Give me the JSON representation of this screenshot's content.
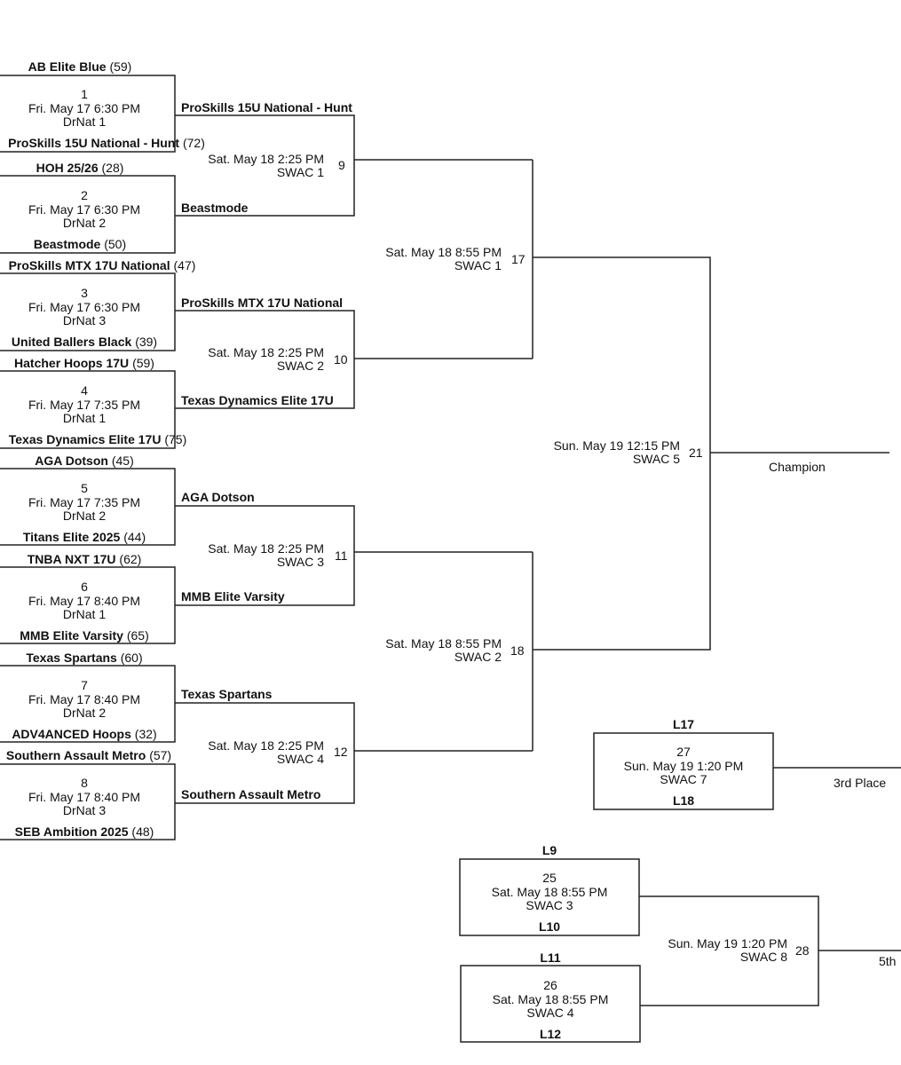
{
  "first_round": [
    {
      "num": "1",
      "date": "Fri. May 17 6:30 PM",
      "venue": "DrNat 1",
      "team_top": "AB Elite Blue",
      "score_top": "(59)",
      "team_bottom": "ProSkills 15U National - Hunt",
      "score_bottom": "(72)",
      "winner": "ProSkills 15U National - Hunt"
    },
    {
      "num": "2",
      "date": "Fri. May 17 6:30 PM",
      "venue": "DrNat 2",
      "team_top": "HOH 25/26",
      "score_top": "(28)",
      "team_bottom": "Beastmode",
      "score_bottom": "(50)",
      "winner": "Beastmode"
    },
    {
      "num": "3",
      "date": "Fri. May 17 6:30 PM",
      "venue": "DrNat 3",
      "team_top": "ProSkills MTX 17U National",
      "score_top": "(47)",
      "team_bottom": "United Ballers Black",
      "score_bottom": "(39)",
      "winner": "ProSkills MTX 17U National"
    },
    {
      "num": "4",
      "date": "Fri. May 17 7:35 PM",
      "venue": "DrNat 1",
      "team_top": "Hatcher Hoops 17U",
      "score_top": "(59)",
      "team_bottom": "Texas Dynamics Elite 17U",
      "score_bottom": "(75)",
      "winner": "Texas Dynamics Elite 17U"
    },
    {
      "num": "5",
      "date": "Fri. May 17 7:35 PM",
      "venue": "DrNat 2",
      "team_top": "AGA Dotson",
      "score_top": "(45)",
      "team_bottom": "Titans Elite 2025",
      "score_bottom": "(44)",
      "winner": "AGA Dotson"
    },
    {
      "num": "6",
      "date": "Fri. May 17 8:40 PM",
      "venue": "DrNat 1",
      "team_top": "TNBA NXT 17U",
      "score_top": "(62)",
      "team_bottom": "MMB Elite Varsity",
      "score_bottom": "(65)",
      "winner": "MMB Elite Varsity"
    },
    {
      "num": "7",
      "date": "Fri. May 17 8:40 PM",
      "venue": "DrNat 2",
      "team_top": "Texas Spartans",
      "score_top": "(60)",
      "team_bottom": "ADV4ANCED Hoops",
      "score_bottom": "(32)",
      "winner": "Texas Spartans"
    },
    {
      "num": "8",
      "date": "Fri. May 17 8:40 PM",
      "venue": "DrNat 3",
      "team_top": "Southern Assault Metro",
      "score_top": "(57)",
      "team_bottom": "SEB Ambition 2025",
      "score_bottom": "(48)",
      "winner": "Southern Assault Metro"
    }
  ],
  "quarterfinals": [
    {
      "num": "9",
      "date": "Sat. May 18 2:25 PM",
      "venue": "SWAC 1"
    },
    {
      "num": "10",
      "date": "Sat. May 18 2:25 PM",
      "venue": "SWAC 2"
    },
    {
      "num": "11",
      "date": "Sat. May 18 2:25 PM",
      "venue": "SWAC 3"
    },
    {
      "num": "12",
      "date": "Sat. May 18 2:25 PM",
      "venue": "SWAC 4"
    }
  ],
  "semifinals": [
    {
      "num": "17",
      "date": "Sat. May 18 8:55 PM",
      "venue": "SWAC 1"
    },
    {
      "num": "18",
      "date": "Sat. May 18 8:55 PM",
      "venue": "SWAC 2"
    }
  ],
  "final": {
    "num": "21",
    "date": "Sun. May 19 12:15 PM",
    "venue": "SWAC 5",
    "label": "Champion"
  },
  "third_place": {
    "num": "27",
    "date": "Sun. May 19 1:20 PM",
    "venue": "SWAC 7",
    "top": "L17",
    "bottom": "L18",
    "label": "3rd Place"
  },
  "consolation": [
    {
      "num": "25",
      "date": "Sat. May 18 8:55 PM",
      "venue": "SWAC 3",
      "top": "L9",
      "bottom": "L10"
    },
    {
      "num": "26",
      "date": "Sat. May 18 8:55 PM",
      "venue": "SWAC 4",
      "top": "L11",
      "bottom": "L12"
    }
  ],
  "fifth_place": {
    "num": "28",
    "date": "Sun. May 19 1:20 PM",
    "venue": "SWAC 8",
    "label": "5th"
  }
}
